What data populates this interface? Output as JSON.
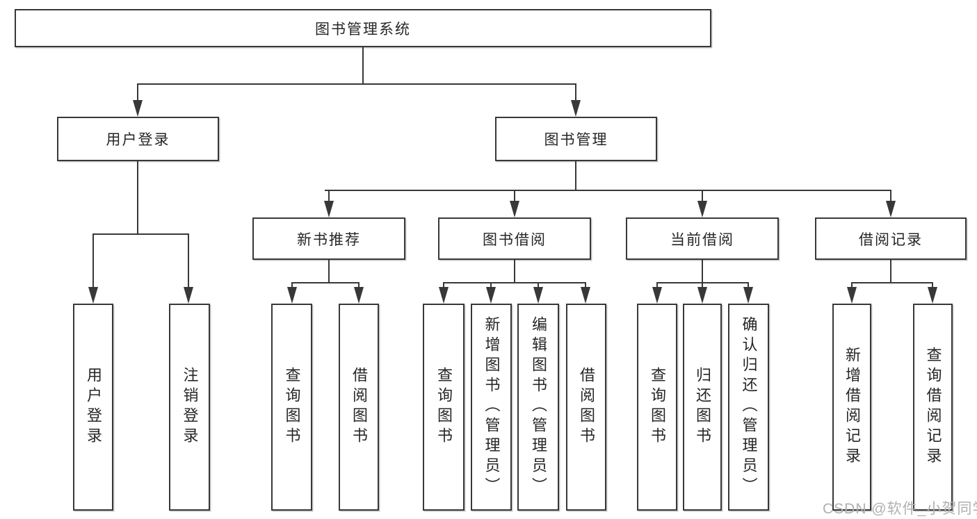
{
  "tree": {
    "root": "图书管理系统",
    "children": [
      {
        "label": "用户登录",
        "children": [
          {
            "label": "用户登录"
          },
          {
            "label": "注销登录"
          }
        ]
      },
      {
        "label": "图书管理",
        "children": [
          {
            "label": "新书推荐",
            "children": [
              {
                "label": "查询图书"
              },
              {
                "label": "借阅图书"
              }
            ]
          },
          {
            "label": "图书借阅",
            "children": [
              {
                "label": "查询图书"
              },
              {
                "label": "新增图书（管理员）"
              },
              {
                "label": "编辑图书（管理员）"
              },
              {
                "label": "借阅图书"
              }
            ]
          },
          {
            "label": "当前借阅",
            "children": [
              {
                "label": "查询图书"
              },
              {
                "label": "归还图书"
              },
              {
                "label": "确认归还（管理员）"
              }
            ]
          },
          {
            "label": "借阅记录",
            "children": [
              {
                "label": "新增借阅记录"
              },
              {
                "label": "查询借阅记录"
              }
            ]
          }
        ]
      }
    ]
  },
  "watermark": "CSDN @软件_小贺同学",
  "colors": {
    "line": "#383838",
    "text": "#262626",
    "watermark": "#b0b0b0",
    "background": "#ffffff"
  }
}
